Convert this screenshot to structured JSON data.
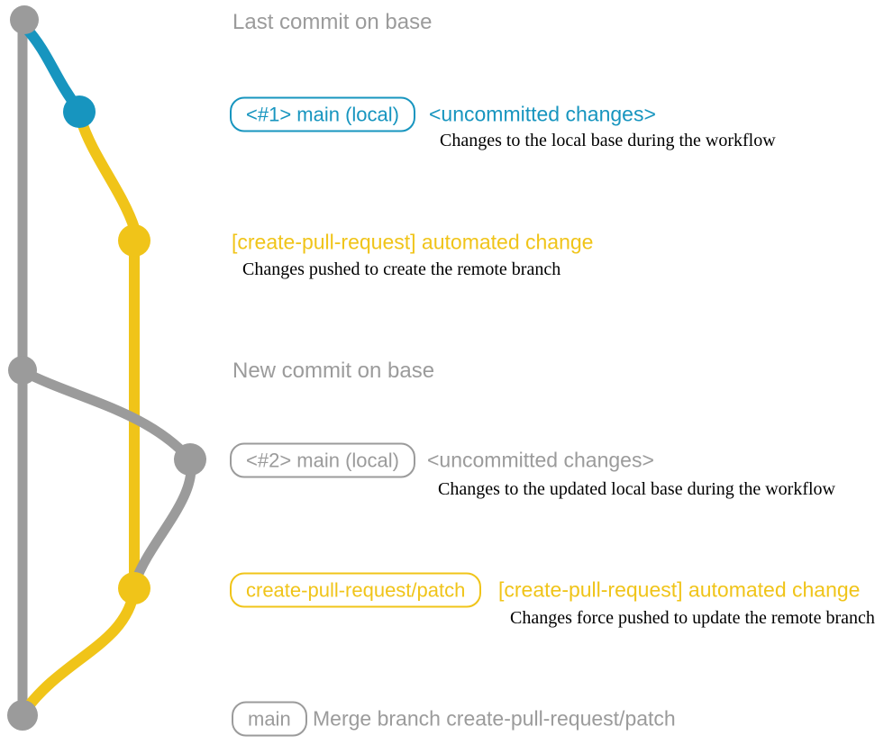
{
  "colors": {
    "teal": "#1795BF",
    "yellow": "#F0C419",
    "gray": "#9B9B9B",
    "desc_text": "#000000"
  },
  "sections": {
    "last_commit_label": "Last commit on base",
    "new_commit_label": "New commit on base"
  },
  "row1": {
    "badge": "<#1> main (local)",
    "annotation": "<uncommitted changes>",
    "description": "Changes to the local base during the workflow"
  },
  "row2": {
    "label": "[create-pull-request] automated change",
    "description": "Changes pushed to create the remote branch"
  },
  "row3": {
    "badge": "<#2> main (local)",
    "annotation": "<uncommitted changes>",
    "description": "Changes to the updated local base during the workflow"
  },
  "row4": {
    "badge": "create-pull-request/patch",
    "label": "[create-pull-request] automated change",
    "description": "Changes force pushed to update the remote branch"
  },
  "row5": {
    "badge": "main",
    "label": "Merge branch create-pull-request/patch"
  }
}
